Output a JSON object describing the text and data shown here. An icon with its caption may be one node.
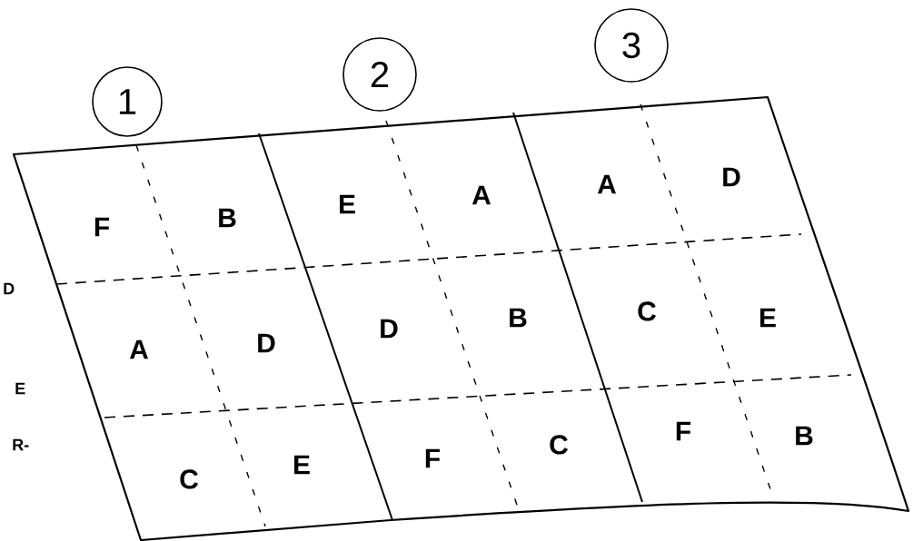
{
  "diagram": {
    "nodes": [
      {
        "text": [
          "1"
        ]
      },
      {
        "text": [
          "2"
        ]
      },
      {
        "text": [
          "3"
        ]
      }
    ],
    "labels": [
      "F",
      "B",
      "E",
      "A",
      "A",
      "D",
      "A",
      "D",
      "D",
      "B",
      "C",
      "E",
      "C",
      "E",
      "F",
      "C",
      "F",
      "B",
      "D",
      "E",
      "R-"
    ]
  }
}
